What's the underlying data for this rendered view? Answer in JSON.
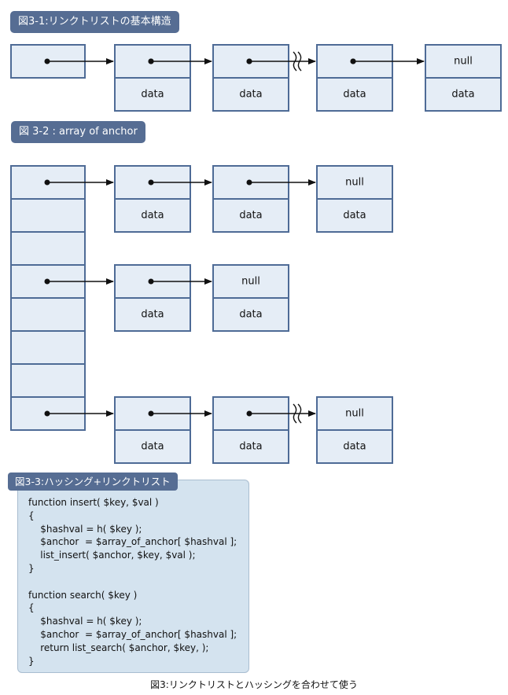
{
  "fig1": {
    "title": "図3-1:リンクトリストの基本構造",
    "nodes": [
      {
        "next": null,
        "data": null
      },
      {
        "next": null,
        "data": "data"
      },
      {
        "next": null,
        "data": "data"
      },
      {
        "next": null,
        "data": "data"
      },
      {
        "next": "null",
        "data": "data"
      }
    ]
  },
  "fig2": {
    "title": "図 3-2 : array of anchor",
    "chains": [
      {
        "slot": 0,
        "nodes": [
          {
            "next": null,
            "data": "data"
          },
          {
            "next": null,
            "data": "data"
          },
          {
            "next": "null",
            "data": "data"
          }
        ]
      },
      {
        "slot": 3,
        "nodes": [
          {
            "next": null,
            "data": "data"
          },
          {
            "next": "null",
            "data": "data"
          }
        ]
      },
      {
        "slot": 7,
        "nodes": [
          {
            "next": null,
            "data": "data"
          },
          {
            "next": null,
            "data": "data"
          },
          {
            "next": "null",
            "data": "data"
          }
        ]
      }
    ]
  },
  "fig3": {
    "title": "図3-3:ハッシング+リンクトリスト",
    "code_lines": [
      "function insert( $key, $val )",
      "{",
      "    $hashval = h( $key );",
      "    $anchor  = $array_of_anchor[ $hashval ];",
      "    list_insert( $anchor, $key, $val );",
      "}",
      "",
      "function search( $key )",
      "{",
      "    $hashval = h( $key );",
      "    $anchor  = $array_of_anchor[ $hashval ];",
      "    return list_search( $anchor, $key, );",
      "}"
    ]
  },
  "caption": "図3:リンクトリストとハッシングを合わせて使う",
  "colors": {
    "cell_fill": "#e5edf6",
    "cell_border": "#4e6b96",
    "tag_bg": "#566d93",
    "code_bg": "#d4e3ef"
  }
}
